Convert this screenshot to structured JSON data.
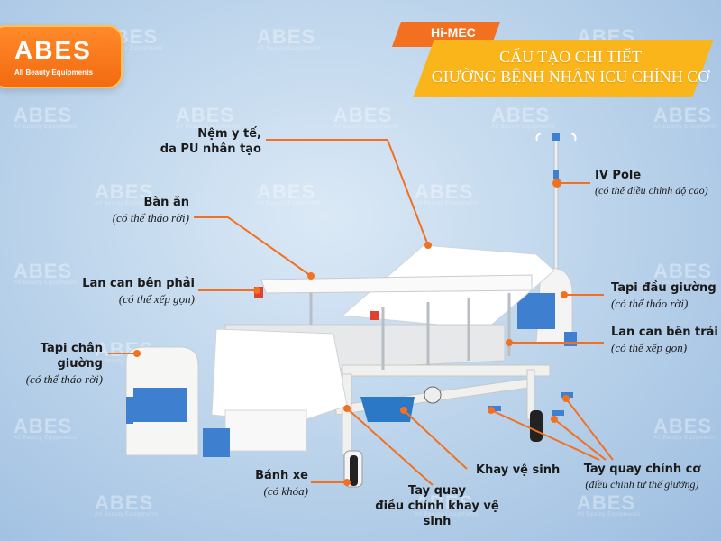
{
  "watermark": {
    "name": "ABES",
    "tagline": "All Beauty Equipments"
  },
  "logo": {
    "name": "ABES",
    "tagline": "All Beauty Equipments"
  },
  "header": {
    "brand": "Hi-MEC",
    "title_line1": "CẤU TẠO CHI TIẾT",
    "title_line2": "GIƯỜNG BỆNH NHÂN ICU CHỈNH CƠ"
  },
  "labels": {
    "mattress": {
      "title": "Nệm y tế,",
      "subtitle": "da PU nhân tạo"
    },
    "iv_pole": {
      "title": "IV Pole",
      "subtitle": "(có thể điều chỉnh độ cao)"
    },
    "table": {
      "title": "Bàn ăn",
      "subtitle": "(có thể tháo rời)"
    },
    "right_rail": {
      "title": "Lan can bên phải",
      "subtitle": "(có thể xếp gọn)"
    },
    "headboard": {
      "title": "Tapi đầu giường",
      "subtitle": "(có thể tháo rời)"
    },
    "left_rail": {
      "title": "Lan can bên trái",
      "subtitle": "(có thể xếp gọn)"
    },
    "footboard": {
      "title": "Tapi chân giường",
      "subtitle": "(có thể tháo rời)"
    },
    "wheel": {
      "title": "Bánh xe",
      "subtitle": "(có khóa)"
    },
    "toilet_tray": {
      "title": "Khay vệ sinh"
    },
    "tray_crank": {
      "title": "Tay quay",
      "subtitle": "điều chỉnh khay vệ sinh"
    },
    "crank": {
      "title": "Tay quay chỉnh cơ",
      "subtitle": "(điều chỉnh tư thế giường)"
    }
  },
  "colors": {
    "accent_orange": "#f37021",
    "title_yellow": "#f9b51a",
    "bed_blue": "#3f7fd0"
  }
}
